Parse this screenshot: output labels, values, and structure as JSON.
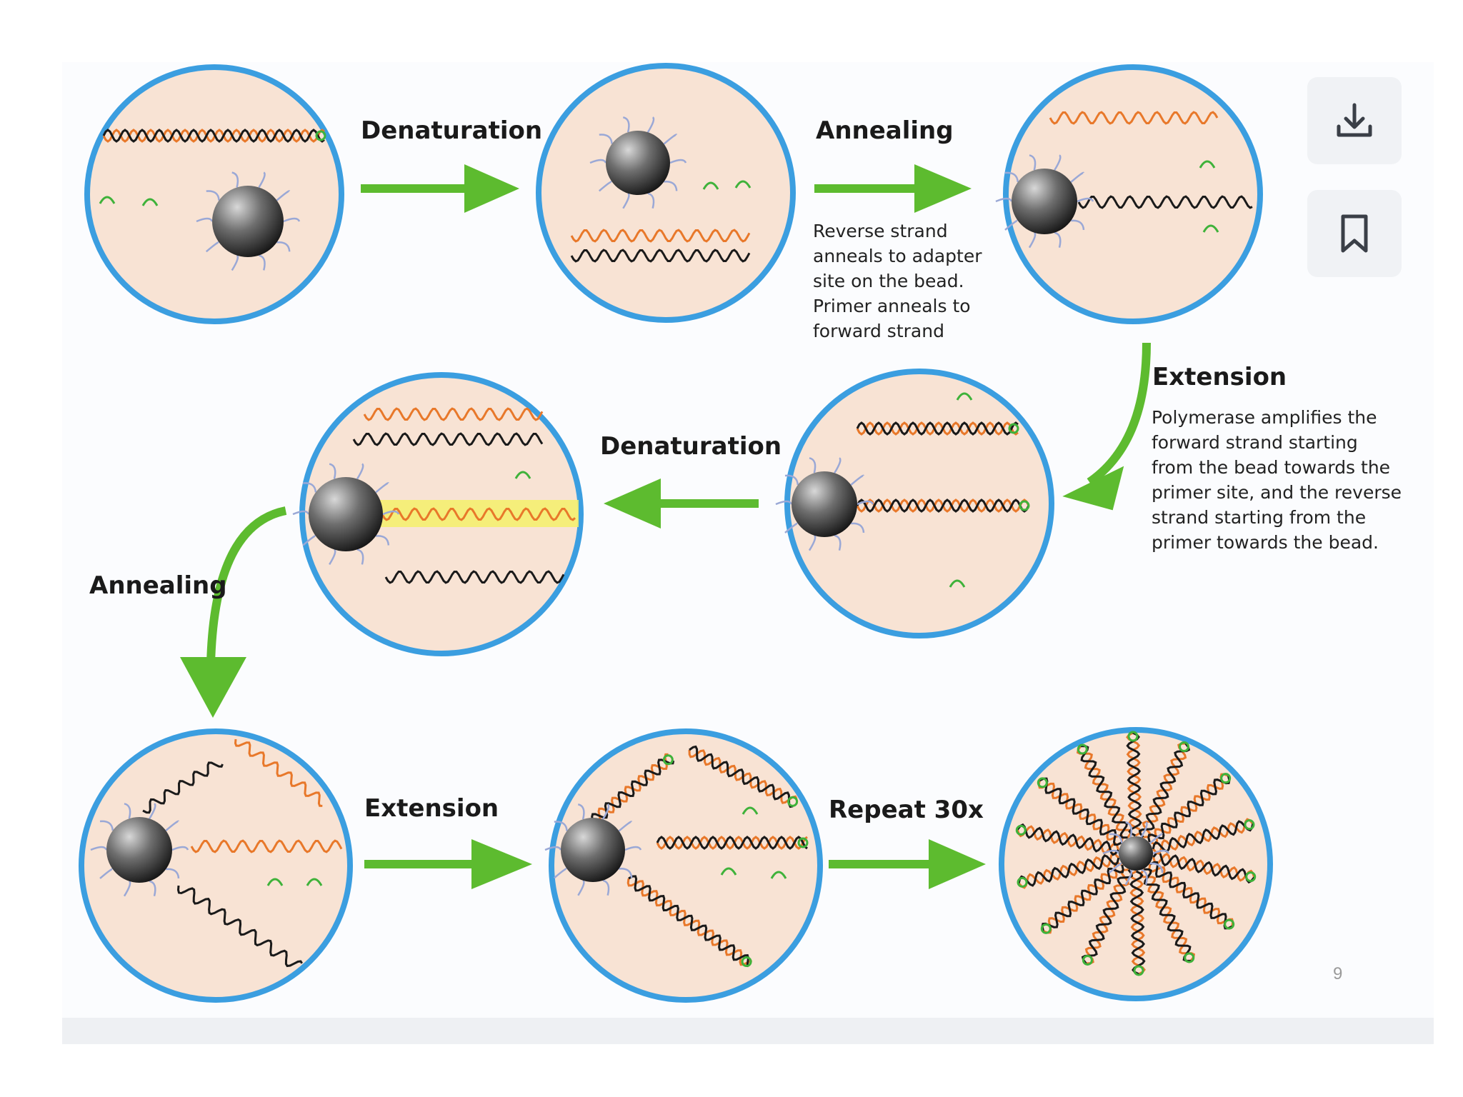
{
  "steps": {
    "top_denaturation": "Denaturation",
    "top_annealing": "Annealing",
    "extension_right": "Extension",
    "middle_denaturation": "Denaturation",
    "left_annealing": "Annealing",
    "bottom_extension": "Extension",
    "repeat": "Repeat 30x"
  },
  "notes": {
    "annealing_note": [
      "Reverse strand",
      "anneals to adapter",
      "site on the bead.",
      "Primer anneals to",
      "forward strand"
    ],
    "extension_note": [
      "Polymerase amplifies the",
      "forward strand starting",
      "from the bead towards the",
      "primer site, and the reverse",
      "strand starting from the",
      "primer towards the bead."
    ]
  },
  "page_number": "9",
  "toolbar": {
    "download_icon": "download-icon",
    "bookmark_icon": "bookmark-icon"
  },
  "colors": {
    "circle_border": "#3b9ee0",
    "circle_fill": "#f8e3d4",
    "arrow": "#5dbb2f",
    "strand_orange": "#e8782a",
    "strand_black": "#1a1a1a",
    "primer_green": "#3fb23a",
    "adapter_purple": "#6a3fc7",
    "highlight": "#f4f06a"
  }
}
